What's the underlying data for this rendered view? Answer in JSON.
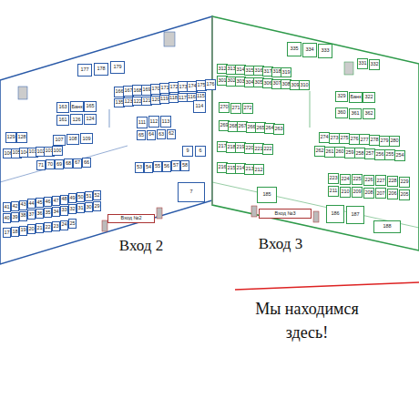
{
  "diagram": {
    "nodes": [
      {
        "text": [
          "177"
        ]
      },
      {
        "text": [
          "178"
        ]
      },
      {
        "text": [
          "179"
        ]
      },
      {
        "text": [
          "166"
        ]
      },
      {
        "text": [
          "167"
        ]
      },
      {
        "text": [
          "168"
        ]
      },
      {
        "text": [
          "169"
        ]
      },
      {
        "text": [
          "170"
        ]
      },
      {
        "text": [
          "171"
        ]
      },
      {
        "text": [
          "172"
        ]
      },
      {
        "text": [
          "173"
        ]
      },
      {
        "text": [
          "174"
        ]
      },
      {
        "text": [
          "175"
        ]
      },
      {
        "text": [
          "176"
        ]
      },
      {
        "text": [
          "135"
        ]
      },
      {
        "text": [
          "123"
        ]
      },
      {
        "text": [
          "122"
        ]
      },
      {
        "text": [
          "121"
        ]
      },
      {
        "text": [
          "120"
        ]
      },
      {
        "text": [
          "119"
        ]
      },
      {
        "text": [
          "118"
        ]
      },
      {
        "text": [
          "117"
        ]
      },
      {
        "text": [
          "116"
        ]
      },
      {
        "text": [
          "115"
        ]
      },
      {
        "text": [
          "163"
        ]
      },
      {
        "text": [
          "Банк"
        ]
      },
      {
        "text": [
          "165"
        ]
      },
      {
        "text": [
          "161"
        ]
      },
      {
        "text": [
          "126"
        ]
      },
      {
        "text": [
          "124"
        ]
      },
      {
        "text": [
          "129"
        ]
      },
      {
        "text": [
          "128"
        ]
      },
      {
        "text": [
          "111"
        ]
      },
      {
        "text": [
          "112"
        ]
      },
      {
        "text": [
          "113"
        ]
      },
      {
        "text": [
          "65"
        ]
      },
      {
        "text": [
          "64"
        ]
      },
      {
        "text": [
          "63"
        ]
      },
      {
        "text": [
          "62"
        ]
      },
      {
        "text": [
          "114"
        ]
      },
      {
        "text": [
          "107"
        ]
      },
      {
        "text": [
          "108"
        ]
      },
      {
        "text": [
          "109"
        ]
      },
      {
        "text": [
          "106"
        ]
      },
      {
        "text": [
          "105"
        ]
      },
      {
        "text": [
          "104"
        ]
      },
      {
        "text": [
          "103"
        ]
      },
      {
        "text": [
          "102"
        ]
      },
      {
        "text": [
          "101"
        ]
      },
      {
        "text": [
          "100"
        ]
      },
      {
        "text": [
          "71"
        ]
      },
      {
        "text": [
          "70"
        ]
      },
      {
        "text": [
          "69"
        ]
      },
      {
        "text": [
          "68"
        ]
      },
      {
        "text": [
          "67"
        ]
      },
      {
        "text": [
          "66"
        ]
      },
      {
        "text": [
          "53"
        ]
      },
      {
        "text": [
          "54"
        ]
      },
      {
        "text": [
          "55"
        ]
      },
      {
        "text": [
          "56"
        ]
      },
      {
        "text": [
          "57"
        ]
      },
      {
        "text": [
          "58"
        ]
      },
      {
        "text": [
          "9"
        ]
      },
      {
        "text": [
          "6"
        ]
      },
      {
        "text": [
          "41"
        ]
      },
      {
        "text": [
          "42"
        ]
      },
      {
        "text": [
          "43"
        ]
      },
      {
        "text": [
          "44"
        ]
      },
      {
        "text": [
          "45"
        ]
      },
      {
        "text": [
          "46"
        ]
      },
      {
        "text": [
          "47"
        ]
      },
      {
        "text": [
          "48"
        ]
      },
      {
        "text": [
          "49"
        ]
      },
      {
        "text": [
          "50"
        ]
      },
      {
        "text": [
          "51"
        ]
      },
      {
        "text": [
          "52"
        ]
      },
      {
        "text": [
          "40"
        ]
      },
      {
        "text": [
          "39"
        ]
      },
      {
        "text": [
          "38"
        ]
      },
      {
        "text": [
          "37"
        ]
      },
      {
        "text": [
          "36"
        ]
      },
      {
        "text": [
          "35"
        ]
      },
      {
        "text": [
          "34"
        ]
      },
      {
        "text": [
          "33"
        ]
      },
      {
        "text": [
          "32"
        ]
      },
      {
        "text": [
          "31"
        ]
      },
      {
        "text": [
          "30"
        ]
      },
      {
        "text": [
          "29"
        ]
      },
      {
        "text": [
          "17"
        ]
      },
      {
        "text": [
          "18"
        ]
      },
      {
        "text": [
          "19"
        ]
      },
      {
        "text": [
          "20"
        ]
      },
      {
        "text": [
          "21"
        ]
      },
      {
        "text": [
          "22"
        ]
      },
      {
        "text": [
          "23"
        ]
      },
      {
        "text": [
          "24"
        ]
      },
      {
        "text": [
          "25"
        ]
      },
      {
        "text": [
          "7"
        ]
      },
      {
        "text": [
          "Вход №2"
        ]
      },
      {
        "text": [
          "335"
        ]
      },
      {
        "text": [
          "334"
        ]
      },
      {
        "text": [
          "333"
        ]
      },
      {
        "text": [
          "331"
        ]
      },
      {
        "text": [
          "332"
        ]
      },
      {
        "text": [
          "312"
        ]
      },
      {
        "text": [
          "313"
        ]
      },
      {
        "text": [
          "314"
        ]
      },
      {
        "text": [
          "315"
        ]
      },
      {
        "text": [
          "316"
        ]
      },
      {
        "text": [
          "317"
        ]
      },
      {
        "text": [
          "318"
        ]
      },
      {
        "text": [
          "319"
        ]
      },
      {
        "text": [
          "301"
        ]
      },
      {
        "text": [
          "302"
        ]
      },
      {
        "text": [
          "303"
        ]
      },
      {
        "text": [
          "304"
        ]
      },
      {
        "text": [
          "305"
        ]
      },
      {
        "text": [
          "306"
        ]
      },
      {
        "text": [
          "307"
        ]
      },
      {
        "text": [
          "308"
        ]
      },
      {
        "text": [
          "309"
        ]
      },
      {
        "text": [
          "310"
        ]
      },
      {
        "text": [
          "329"
        ]
      },
      {
        "text": [
          "Банк"
        ]
      },
      {
        "text": [
          "322"
        ]
      },
      {
        "text": [
          "360"
        ]
      },
      {
        "text": [
          "361"
        ]
      },
      {
        "text": [
          "362"
        ]
      },
      {
        "text": [
          "270"
        ]
      },
      {
        "text": [
          "271"
        ]
      },
      {
        "text": [
          "272"
        ]
      },
      {
        "text": [
          "269"
        ]
      },
      {
        "text": [
          "268"
        ]
      },
      {
        "text": [
          "267"
        ]
      },
      {
        "text": [
          "266"
        ]
      },
      {
        "text": [
          "265"
        ]
      },
      {
        "text": [
          "264"
        ]
      },
      {
        "text": [
          "263"
        ]
      },
      {
        "text": [
          "217"
        ]
      },
      {
        "text": [
          "218"
        ]
      },
      {
        "text": [
          "219"
        ]
      },
      {
        "text": [
          "220"
        ]
      },
      {
        "text": [
          "221"
        ]
      },
      {
        "text": [
          "222"
        ]
      },
      {
        "text": [
          "216"
        ]
      },
      {
        "text": [
          "215"
        ]
      },
      {
        "text": [
          "214"
        ]
      },
      {
        "text": [
          "213"
        ]
      },
      {
        "text": [
          "212"
        ]
      },
      {
        "text": [
          "274"
        ]
      },
      {
        "text": [
          "273"
        ]
      },
      {
        "text": [
          "275"
        ]
      },
      {
        "text": [
          "276"
        ]
      },
      {
        "text": [
          "277"
        ]
      },
      {
        "text": [
          "278"
        ]
      },
      {
        "text": [
          "279"
        ]
      },
      {
        "text": [
          "280"
        ]
      },
      {
        "text": [
          "262"
        ]
      },
      {
        "text": [
          "261"
        ]
      },
      {
        "text": [
          "260"
        ]
      },
      {
        "text": [
          "259"
        ]
      },
      {
        "text": [
          "258"
        ]
      },
      {
        "text": [
          "257"
        ]
      },
      {
        "text": [
          "256"
        ]
      },
      {
        "text": [
          "255"
        ]
      },
      {
        "text": [
          "254"
        ]
      },
      {
        "text": [
          "223"
        ]
      },
      {
        "text": [
          "224"
        ]
      },
      {
        "text": [
          "225"
        ]
      },
      {
        "text": [
          "226"
        ]
      },
      {
        "text": [
          "227"
        ]
      },
      {
        "text": [
          "228"
        ]
      },
      {
        "text": [
          "229"
        ]
      },
      {
        "text": [
          "211"
        ]
      },
      {
        "text": [
          "210"
        ]
      },
      {
        "text": [
          "209"
        ]
      },
      {
        "text": [
          "208"
        ]
      },
      {
        "text": [
          "207"
        ]
      },
      {
        "text": [
          "206"
        ]
      },
      {
        "text": [
          "205"
        ]
      },
      {
        "text": [
          "185"
        ]
      },
      {
        "text": [
          "186"
        ]
      },
      {
        "text": [
          "187"
        ]
      },
      {
        "text": [
          "188"
        ]
      },
      {
        "text": [
          "Вход №3"
        ]
      }
    ],
    "labels": [
      "Вход 2",
      "Вход 3",
      "Мы находимся здесь!"
    ]
  }
}
